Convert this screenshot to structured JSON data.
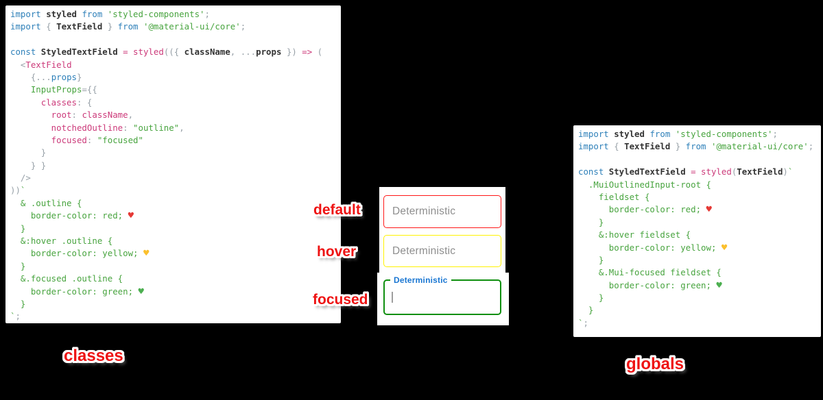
{
  "canvas": {
    "background": "#000000"
  },
  "colors": {
    "code_keyword": "#2e80b9",
    "code_identifier": "#333333",
    "code_accent_pink": "#cc3a7a",
    "code_string_green": "#48a43f",
    "code_punctuation": "#98a1a8",
    "heart_red": "#e53935",
    "heart_yellow": "#fbc02d",
    "heart_green": "#4caf50",
    "border_default": "#ff1717",
    "border_hover": "#fff200",
    "border_focused": "#0f8f0f",
    "focused_label_blue": "#1976d2",
    "annotation_red": "#ee1313",
    "field_text_gray": "#8e8e8e"
  },
  "left_code": {
    "caption": "classes",
    "lines": [
      [
        [
          "k",
          "import "
        ],
        [
          "i",
          "styled "
        ],
        [
          "k",
          "from "
        ],
        [
          "s",
          "'styled-components'"
        ],
        [
          "d",
          ";"
        ]
      ],
      [
        [
          "k",
          "import "
        ],
        [
          "d",
          "{ "
        ],
        [
          "i",
          "TextField "
        ],
        [
          "d",
          "} "
        ],
        [
          "k",
          "from "
        ],
        [
          "s",
          "'@material-ui/core'"
        ],
        [
          "d",
          ";"
        ]
      ],
      [],
      [
        [
          "k",
          "const "
        ],
        [
          "i",
          "StyledTextField "
        ],
        [
          "a",
          "= "
        ],
        [
          "a",
          "styled"
        ],
        [
          "d",
          "(({ "
        ],
        [
          "i",
          "className"
        ],
        [
          "d",
          ", ..."
        ],
        [
          "i",
          "props"
        ],
        [
          "d",
          " }) "
        ],
        [
          "a",
          "=>"
        ],
        [
          "d",
          " ("
        ]
      ],
      [
        [
          "d",
          "  <"
        ],
        [
          "a",
          "TextField"
        ]
      ],
      [
        [
          "d",
          "    {..."
        ],
        [
          "k",
          "props"
        ],
        [
          "d",
          "}"
        ]
      ],
      [
        [
          "s",
          "    InputProps"
        ],
        [
          "d",
          "={{"
        ]
      ],
      [
        [
          "a",
          "      classes"
        ],
        [
          "d",
          ": {"
        ]
      ],
      [
        [
          "a",
          "        root"
        ],
        [
          "d",
          ": "
        ],
        [
          "a",
          "className"
        ],
        [
          "d",
          ","
        ]
      ],
      [
        [
          "a",
          "        notchedOutline"
        ],
        [
          "d",
          ": "
        ],
        [
          "s",
          "\"outline\""
        ],
        [
          "d",
          ","
        ]
      ],
      [
        [
          "a",
          "        focused"
        ],
        [
          "d",
          ": "
        ],
        [
          "s",
          "\"focused\""
        ]
      ],
      [
        [
          "d",
          "      }"
        ]
      ],
      [
        [
          "d",
          "    } }"
        ]
      ],
      [
        [
          "d",
          "  />"
        ]
      ],
      [
        [
          "d",
          "))"
        ],
        [
          "s",
          "`"
        ]
      ],
      [
        [
          "s",
          "  & .outline {"
        ]
      ],
      [
        [
          "s",
          "    border-color: red; "
        ],
        [
          "hr",
          "♥"
        ]
      ],
      [
        [
          "s",
          "  }"
        ]
      ],
      [
        [
          "s",
          "  &:hover .outline {"
        ]
      ],
      [
        [
          "s",
          "    border-color: yellow; "
        ],
        [
          "hy",
          "♥"
        ]
      ],
      [
        [
          "s",
          "  }"
        ]
      ],
      [
        [
          "s",
          "  &.focused .outline {"
        ]
      ],
      [
        [
          "s",
          "    border-color: green; "
        ],
        [
          "hg",
          "♥"
        ]
      ],
      [
        [
          "s",
          "  }"
        ]
      ],
      [
        [
          "s",
          "`"
        ],
        [
          "d",
          ";"
        ]
      ]
    ]
  },
  "right_code": {
    "caption": "globals",
    "lines": [
      [
        [
          "k",
          "import "
        ],
        [
          "i",
          "styled "
        ],
        [
          "k",
          "from "
        ],
        [
          "s",
          "'styled-components'"
        ],
        [
          "d",
          ";"
        ]
      ],
      [
        [
          "k",
          "import "
        ],
        [
          "d",
          "{ "
        ],
        [
          "i",
          "TextField "
        ],
        [
          "d",
          "} "
        ],
        [
          "k",
          "from "
        ],
        [
          "s",
          "'@material-ui/core'"
        ],
        [
          "d",
          ";"
        ]
      ],
      [],
      [
        [
          "k",
          "const "
        ],
        [
          "i",
          "StyledTextField "
        ],
        [
          "a",
          "= "
        ],
        [
          "a",
          "styled"
        ],
        [
          "d",
          "("
        ],
        [
          "i",
          "TextField"
        ],
        [
          "d",
          ")"
        ],
        [
          "s",
          "`"
        ]
      ],
      [
        [
          "s",
          "  .MuiOutlinedInput-root {"
        ]
      ],
      [
        [
          "s",
          "    fieldset {"
        ]
      ],
      [
        [
          "s",
          "      border-color: red; "
        ],
        [
          "hr",
          "♥"
        ]
      ],
      [
        [
          "s",
          "    }"
        ]
      ],
      [
        [
          "s",
          "    &:hover fieldset {"
        ]
      ],
      [
        [
          "s",
          "      border-color: yellow; "
        ],
        [
          "hy",
          "♥"
        ]
      ],
      [
        [
          "s",
          "    }"
        ]
      ],
      [
        [
          "s",
          "    &.Mui-focused fieldset {"
        ]
      ],
      [
        [
          "s",
          "      border-color: green; "
        ],
        [
          "hg",
          "♥"
        ]
      ],
      [
        [
          "s",
          "    }"
        ]
      ],
      [
        [
          "s",
          "  }"
        ]
      ],
      [
        [
          "s",
          "`"
        ],
        [
          "d",
          ";"
        ]
      ]
    ]
  },
  "states": [
    {
      "label": "default",
      "field_label": "Deterministic"
    },
    {
      "label": "hover",
      "field_label": "Deterministic"
    },
    {
      "label": "focused",
      "field_label": "Deterministic"
    }
  ]
}
